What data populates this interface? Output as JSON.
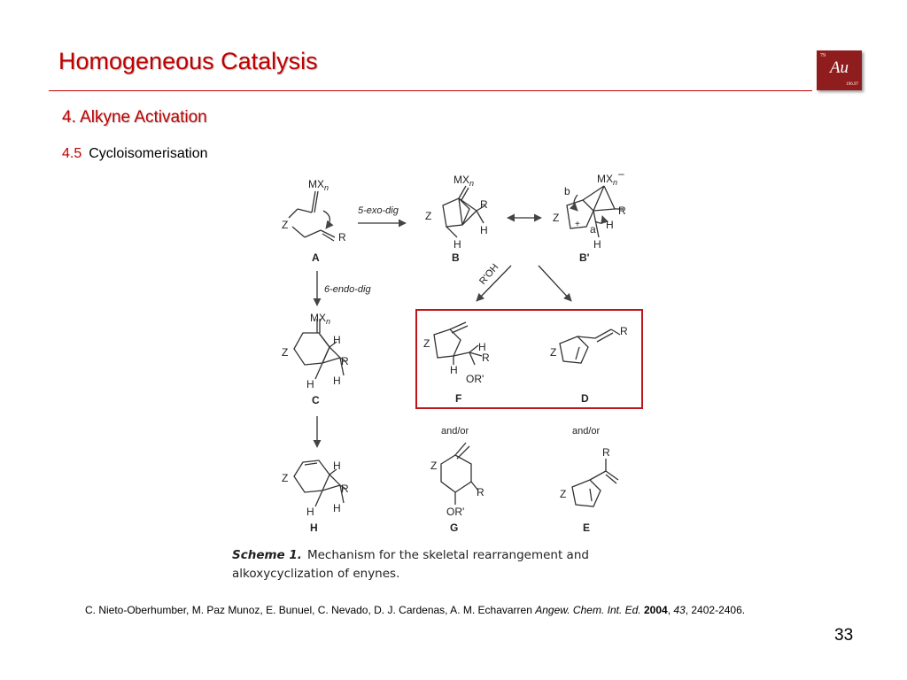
{
  "slide": {
    "title": "Homogeneous Catalysis",
    "section": "4. Alkyne Activation",
    "subsection_number": "4.5",
    "subsection_title": "Cycloisomerisation",
    "page_number": "33"
  },
  "logo": {
    "number": "79",
    "symbol": "Au",
    "mass": "196.97"
  },
  "scheme": {
    "compound_labels": [
      "A",
      "B",
      "B'",
      "C",
      "F",
      "D",
      "H",
      "G",
      "E"
    ],
    "arrow_labels": {
      "exo": "5-exo-dig",
      "endo": "6-endo-dig",
      "roh": "R'OH"
    },
    "and_or": [
      "and/or",
      "and/or"
    ],
    "atoms": {
      "metal": "MX",
      "metal_sub": "n",
      "Z": "Z",
      "R": "R",
      "H": "H",
      "OR": "OR'",
      "a": "a",
      "b": "b",
      "plus": "+",
      "minus": "–"
    }
  },
  "caption": {
    "label": "Scheme 1.",
    "text": "Mechanism for the skeletal rearrangement and alkoxycyclization of enynes."
  },
  "reference": {
    "authors": "C. Nieto-Oberhumber, M. Paz Munoz, E. Bunuel, C. Nevado, D. J. Cardenas, A. M. Echavarren",
    "journal": "Angew. Chem. Int. Ed.",
    "year": "2004",
    "volume": "43",
    "pages": ", 2402-2406."
  }
}
